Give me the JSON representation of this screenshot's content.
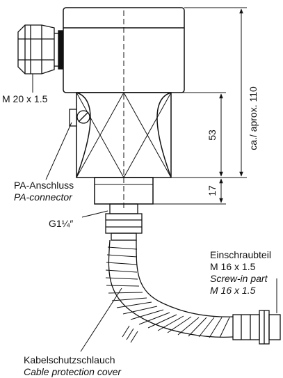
{
  "labels": {
    "gland_thread": "M 20 x 1.5",
    "pa_connector_de": "PA-Anschluss",
    "pa_connector_en": "PA-connector",
    "process_thread": "G1¼″",
    "screw_in_de_1": "Einschraubteil",
    "screw_in_de_2": "M 16 x 1.5",
    "screw_in_en_1": "Screw-in part",
    "screw_in_en_2": "M 16 x 1.5",
    "cable_cover_de": "Kabelschutzschlauch",
    "cable_cover_en": "Cable protection cover"
  },
  "dimensions": {
    "total_height": "ca./ aprox. 110",
    "hex_height": "53",
    "thread_height": "17"
  }
}
